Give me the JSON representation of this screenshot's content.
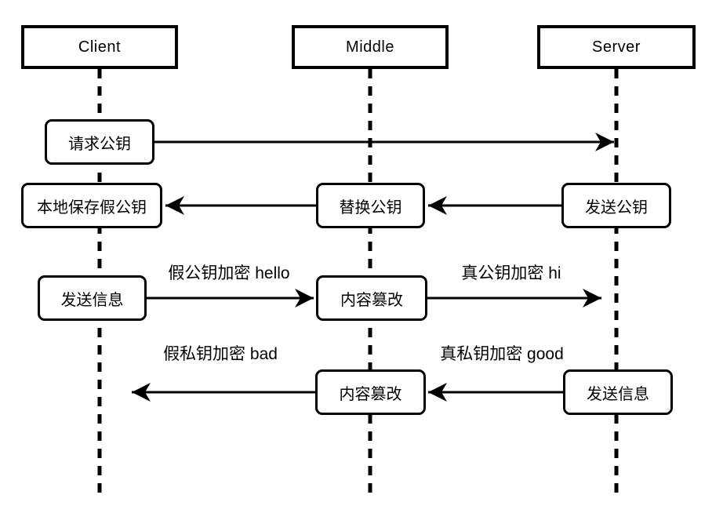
{
  "diagram": {
    "type": "sequence-diagram",
    "colors": {
      "background": "#ffffff",
      "stroke": "#000000",
      "text": "#000000"
    },
    "actors": [
      {
        "label": "Client"
      },
      {
        "label": "Middle"
      },
      {
        "label": "Server"
      }
    ],
    "nodes": {
      "request_pubkey": {
        "label": "请求公钥"
      },
      "save_fake_pubkey": {
        "label": "本地保存假公钥"
      },
      "replace_pubkey": {
        "label": "替换公钥"
      },
      "send_pubkey": {
        "label": "发送公钥"
      },
      "client_send_msg": {
        "label": "发送信息"
      },
      "tamper_content_1": {
        "label": "内容篡改"
      },
      "tamper_content_2": {
        "label": "内容篡改"
      },
      "server_send_msg": {
        "label": "发送信息"
      }
    },
    "message_labels": {
      "fake_pubkey_encrypt": "假公钥加密 hello",
      "real_pubkey_encrypt": "真公钥加密 hi",
      "fake_privkey_encrypt": "假私钥加密 bad",
      "real_privkey_encrypt": "真私钥加密 good"
    }
  }
}
